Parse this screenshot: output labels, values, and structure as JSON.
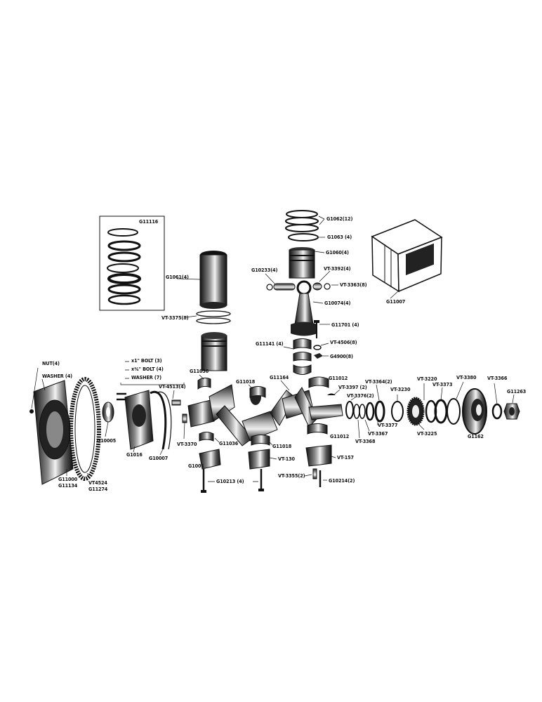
{
  "labels": {
    "ring_set": "G11116",
    "sleeve": "G1061(4)",
    "sleeve_seal": "VT-3375(8)",
    "rings": "G1062(12)",
    "oil_ring": "G1063 (4)",
    "piston": "G1060(4)",
    "pin": "G10233(4)",
    "retainer": "VT-3392(4)",
    "pin_lock": "VT-3363(8)",
    "rod": "G10074(4)",
    "rod_bolt": "G11701 (4)",
    "rod_bearing": "G11141 (4)",
    "rod_washer": "VT-4506(8)",
    "rod_nut": "G4900(8)",
    "kit_box": "G11007",
    "nut": "NUT(4)",
    "washer": "WASHER (4)",
    "bolt3": "x1\" BOLT (3)",
    "bolt4": "x¾\" BOLT (4)",
    "washer7": "WASHER (7)",
    "dowel": "VT-4513(4)",
    "main_brg_front": "G11036",
    "main_brg_front_lower": "G11036",
    "center_upper": "G11018",
    "center_lower": "G11018",
    "crankshaft": "G11164",
    "rear_upper": "G11012",
    "rear_lower": "G11012",
    "key": "VT-3397 (2)",
    "spacer_a": "VT-3376(2)",
    "spacer_b": "VT-3364(2)",
    "gear_a": "VT-3230",
    "washer_a": "VT-3220",
    "washer_b": "VT-3373",
    "seal": "VT-3380",
    "slinger": "VT-3366",
    "nut_large": "G11263",
    "thrust_a": "VT-3377",
    "thrust_b": "VT-3367",
    "thrust_c": "VT-3368",
    "crank_gear": "VT-3225",
    "damper": "G1162",
    "pilot": "G10005",
    "retainer_plate": "G1016",
    "gasket": "G10007",
    "dowel_pin": "VT-3370",
    "cap_front": "G1001",
    "cap_center": "VT-130",
    "cap_rear": "VT-157",
    "cap_bolt": "G10213 (4)",
    "cap_dowel": "VT-3355(2)",
    "cap_bolt2": "G10214(2)",
    "flywheel": "G11000",
    "flywheel2": "G11134",
    "ring_gear": "VT4524",
    "ring_gear2": "G11274"
  }
}
